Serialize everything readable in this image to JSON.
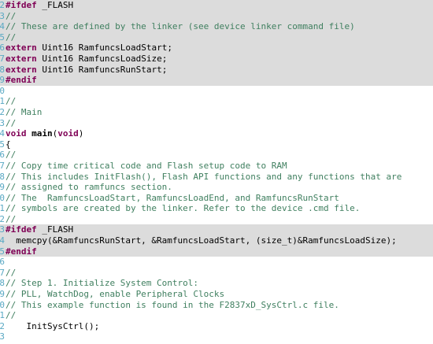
{
  "colors": {
    "keyword": "#7f0055",
    "comment": "#3f7f5f",
    "line_number": "#5aa9c4",
    "highlight": "#dcdcdc",
    "text": "#000000"
  },
  "lines": [
    {
      "num": "2",
      "hl": true,
      "tokens": [
        {
          "t": "pp",
          "v": "#ifdef"
        },
        {
          "t": "tx",
          "v": " _FLASH"
        }
      ]
    },
    {
      "num": "3",
      "hl": true,
      "tokens": [
        {
          "t": "cm",
          "v": "//"
        }
      ]
    },
    {
      "num": "4",
      "hl": true,
      "tokens": [
        {
          "t": "cm",
          "v": "// These are defined by the linker (see device linker command file)"
        }
      ]
    },
    {
      "num": "5",
      "hl": true,
      "tokens": [
        {
          "t": "cm",
          "v": "//"
        }
      ]
    },
    {
      "num": "6",
      "hl": true,
      "tokens": [
        {
          "t": "kw",
          "v": "extern"
        },
        {
          "t": "tx",
          "v": " Uint16 RamfuncsLoadStart;"
        }
      ]
    },
    {
      "num": "7",
      "hl": true,
      "tokens": [
        {
          "t": "kw",
          "v": "extern"
        },
        {
          "t": "tx",
          "v": " Uint16 RamfuncsLoadSize;"
        }
      ]
    },
    {
      "num": "8",
      "hl": true,
      "tokens": [
        {
          "t": "kw",
          "v": "extern"
        },
        {
          "t": "tx",
          "v": " Uint16 RamfuncsRunStart;"
        }
      ]
    },
    {
      "num": "9",
      "hl": true,
      "tokens": [
        {
          "t": "pp",
          "v": "#endif"
        }
      ]
    },
    {
      "num": "0",
      "hl": false,
      "tokens": []
    },
    {
      "num": "1",
      "hl": false,
      "tokens": [
        {
          "t": "cm",
          "v": "//"
        }
      ]
    },
    {
      "num": "2",
      "hl": false,
      "tokens": [
        {
          "t": "cm",
          "v": "// Main"
        }
      ]
    },
    {
      "num": "3",
      "hl": false,
      "tokens": [
        {
          "t": "cm",
          "v": "//"
        }
      ]
    },
    {
      "num": "4",
      "hl": false,
      "tokens": [
        {
          "t": "kw",
          "v": "void"
        },
        {
          "t": "tx",
          "v": " "
        },
        {
          "t": "fn",
          "v": "main"
        },
        {
          "t": "tx",
          "v": "("
        },
        {
          "t": "kw",
          "v": "void"
        },
        {
          "t": "tx",
          "v": ")"
        }
      ]
    },
    {
      "num": "5",
      "hl": false,
      "tokens": [
        {
          "t": "tx",
          "v": "{"
        }
      ]
    },
    {
      "num": "6",
      "hl": false,
      "tokens": [
        {
          "t": "cm",
          "v": "//"
        }
      ]
    },
    {
      "num": "7",
      "hl": false,
      "tokens": [
        {
          "t": "cm",
          "v": "// Copy time critical code and Flash setup code to RAM"
        }
      ]
    },
    {
      "num": "8",
      "hl": false,
      "tokens": [
        {
          "t": "cm",
          "v": "// This includes InitFlash(), Flash API functions and any functions that are"
        }
      ]
    },
    {
      "num": "9",
      "hl": false,
      "tokens": [
        {
          "t": "cm",
          "v": "// assigned to ramfuncs section."
        }
      ]
    },
    {
      "num": "0",
      "hl": false,
      "tokens": [
        {
          "t": "cm",
          "v": "// The  RamfuncsLoadStart, RamfuncsLoadEnd, and RamfuncsRunStart"
        }
      ]
    },
    {
      "num": "1",
      "hl": false,
      "tokens": [
        {
          "t": "cm",
          "v": "// symbols are created by the linker. Refer to the device .cmd file."
        }
      ]
    },
    {
      "num": "2",
      "hl": false,
      "tokens": [
        {
          "t": "cm",
          "v": "//"
        }
      ]
    },
    {
      "num": "3",
      "hl": true,
      "tokens": [
        {
          "t": "pp",
          "v": "#ifdef"
        },
        {
          "t": "tx",
          "v": " _FLASH"
        }
      ]
    },
    {
      "num": "4",
      "hl": true,
      "tokens": [
        {
          "t": "tx",
          "v": "  memcpy(&RamfuncsRunStart, &RamfuncsLoadStart, (size_t)&RamfuncsLoadSize);"
        }
      ]
    },
    {
      "num": "5",
      "hl": true,
      "tokens": [
        {
          "t": "pp",
          "v": "#endif"
        }
      ]
    },
    {
      "num": "6",
      "hl": false,
      "tokens": []
    },
    {
      "num": "7",
      "hl": false,
      "tokens": [
        {
          "t": "cm",
          "v": "//"
        }
      ]
    },
    {
      "num": "8",
      "hl": false,
      "tokens": [
        {
          "t": "cm",
          "v": "// Step 1. Initialize System Control:"
        }
      ]
    },
    {
      "num": "9",
      "hl": false,
      "tokens": [
        {
          "t": "cm",
          "v": "// PLL, WatchDog, enable Peripheral Clocks"
        }
      ]
    },
    {
      "num": "0",
      "hl": false,
      "tokens": [
        {
          "t": "cm",
          "v": "// This example function is found in the F2837xD_SysCtrl.c file."
        }
      ]
    },
    {
      "num": "1",
      "hl": false,
      "tokens": [
        {
          "t": "cm",
          "v": "//"
        }
      ]
    },
    {
      "num": "2",
      "hl": false,
      "tokens": [
        {
          "t": "tx",
          "v": "    InitSysCtrl();"
        }
      ]
    },
    {
      "num": "3",
      "hl": false,
      "tokens": []
    }
  ]
}
